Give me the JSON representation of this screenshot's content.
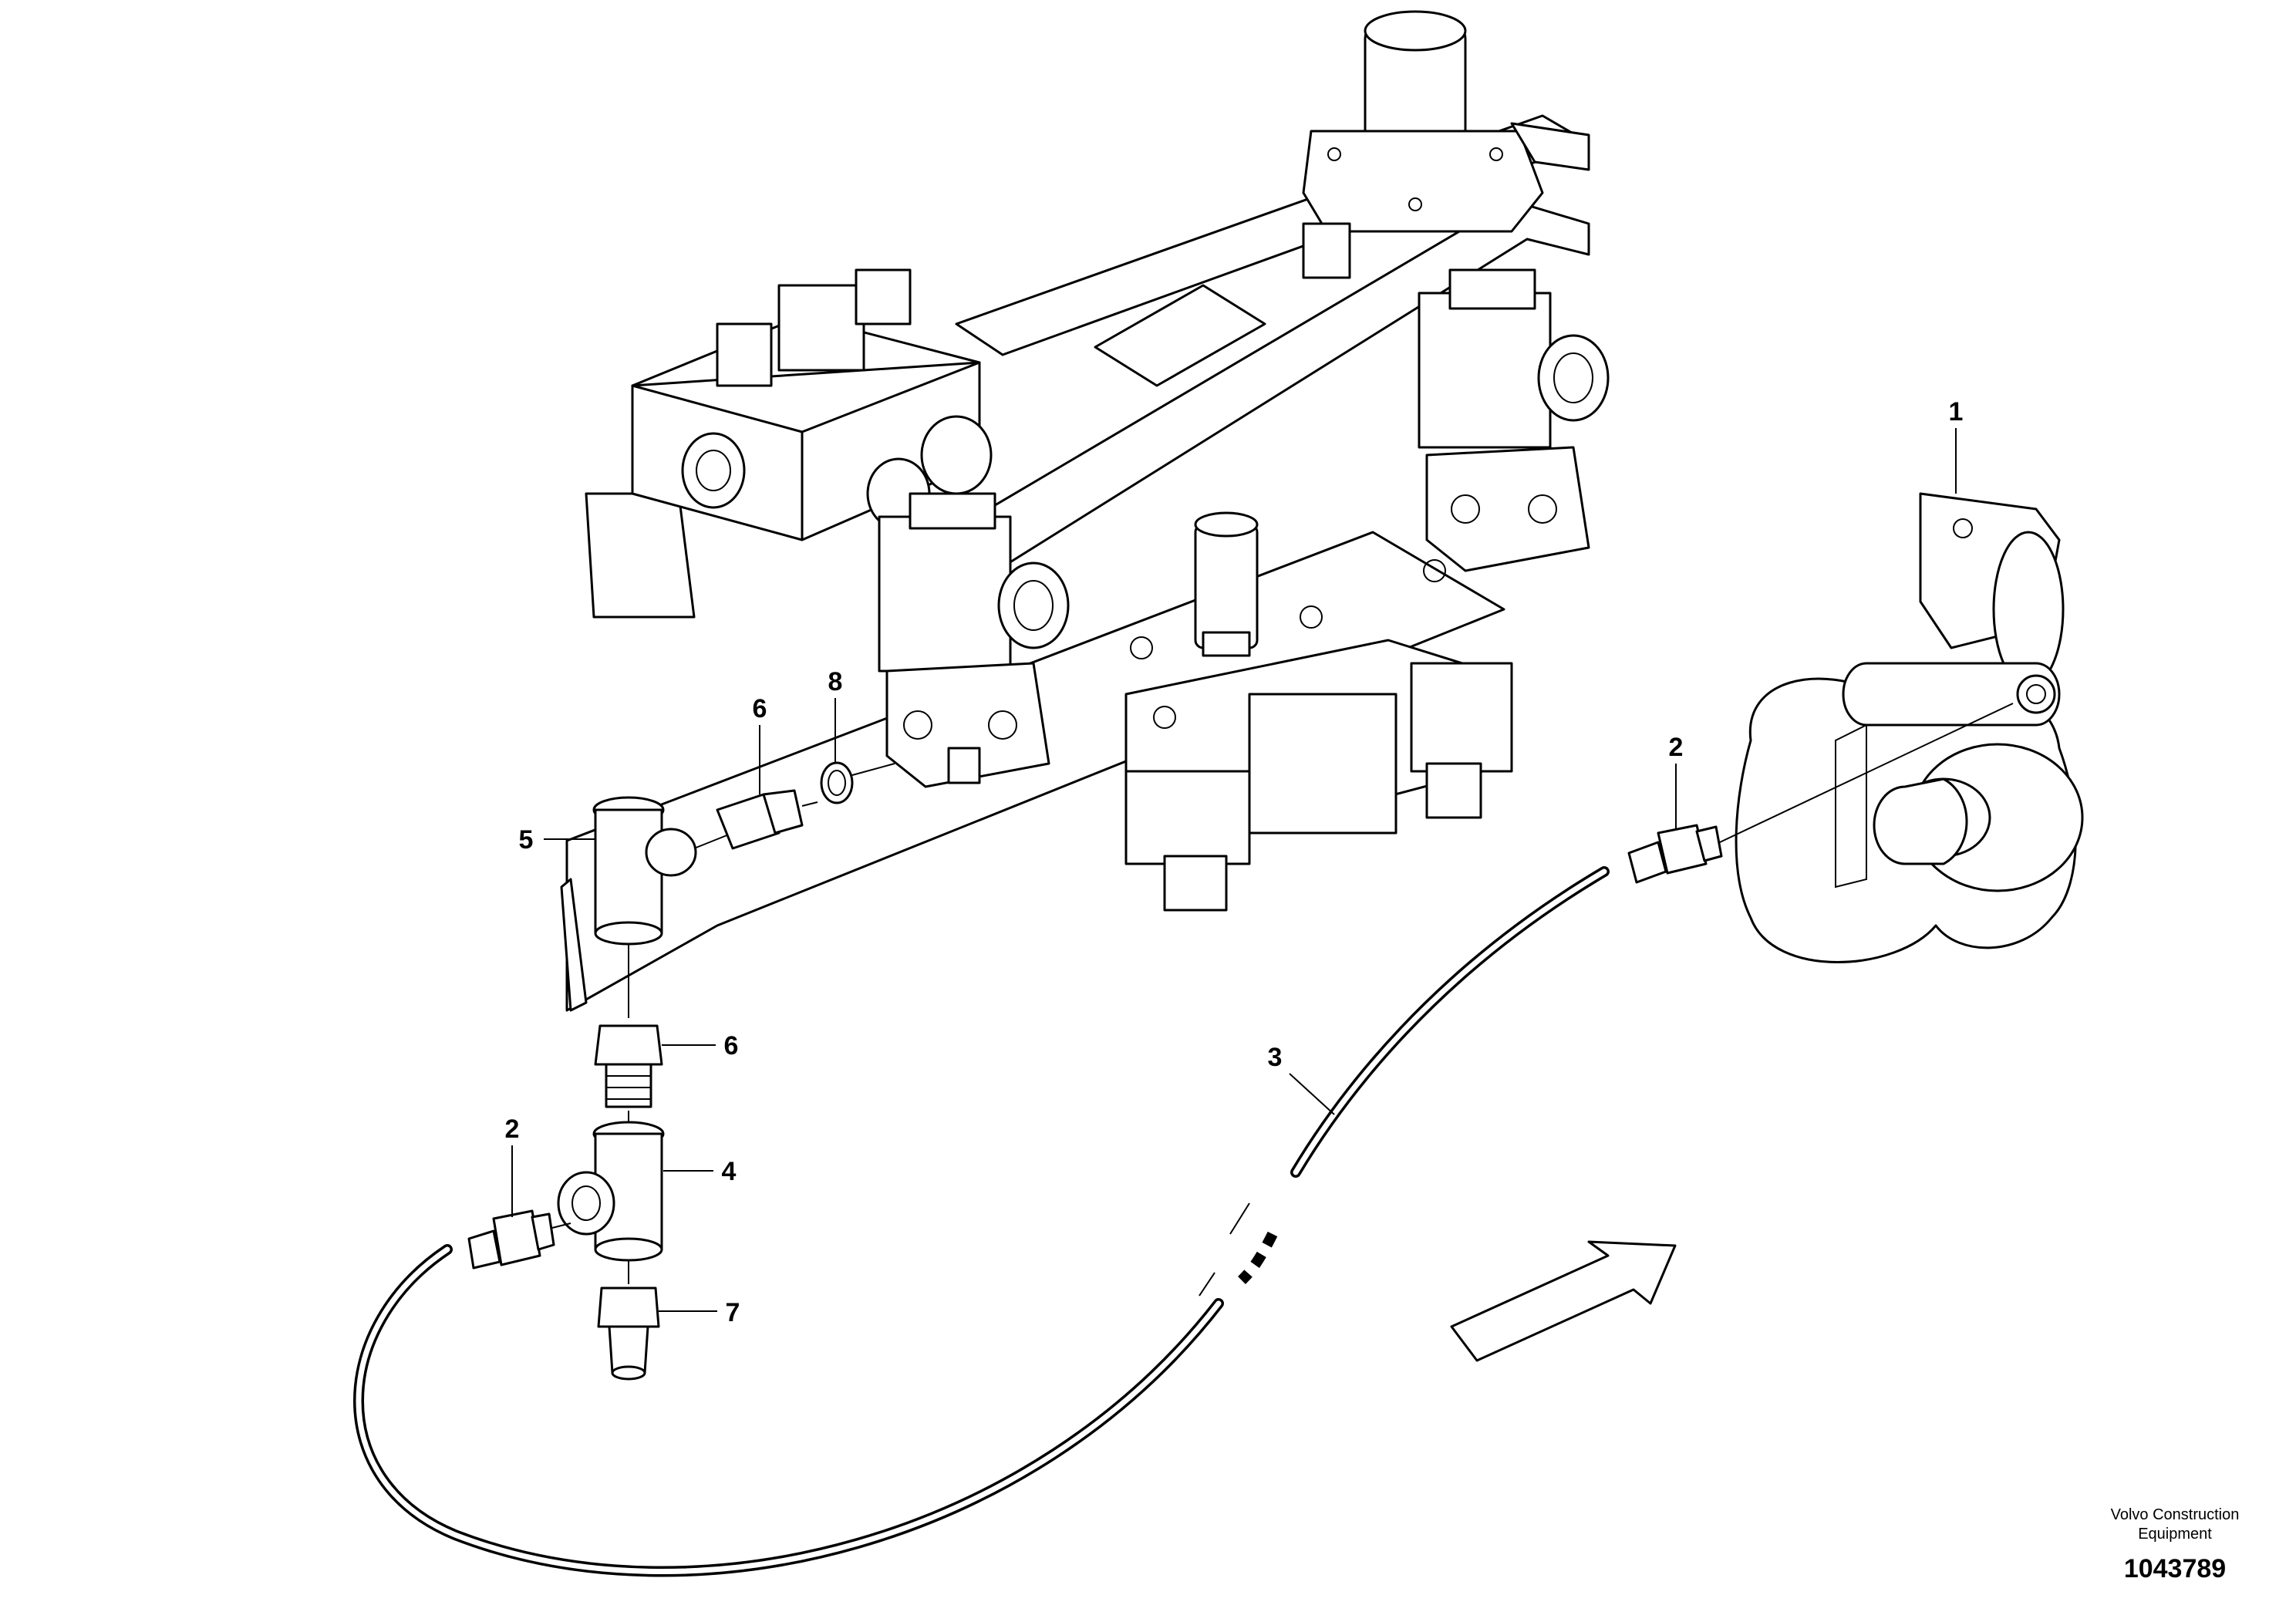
{
  "callouts": {
    "c1": "1",
    "c2_right": "2",
    "c2_left": "2",
    "c3": "3",
    "c4": "4",
    "c5": "5",
    "c6_top": "6",
    "c6_mid": "6",
    "c7": "7",
    "c8": "8"
  },
  "publisher": {
    "line1": "Volvo Construction",
    "line2": "Equipment",
    "number": "1043789"
  }
}
